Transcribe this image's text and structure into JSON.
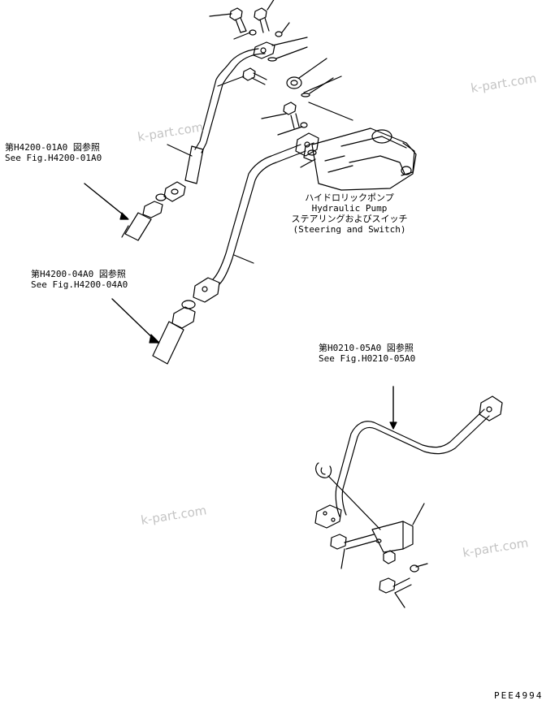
{
  "references": [
    {
      "jp": "第H4200-01A0 図参照",
      "en": "See Fig.H4200-01A0"
    },
    {
      "jp": "第H4200-04A0 図参照",
      "en": "See Fig.H4200-04A0"
    },
    {
      "jp": "第H0210-05A0 図参照",
      "en": "See Fig.H0210-05A0"
    }
  ],
  "pump_label": {
    "jp": "ハイドロリックポンプ",
    "en": "Hydraulic Pump",
    "sub_jp": "ステアリングおよびスイッチ",
    "sub_en": "(Steering and Switch)"
  },
  "watermark": "k-part.com",
  "drawing_code": "PEE4994"
}
